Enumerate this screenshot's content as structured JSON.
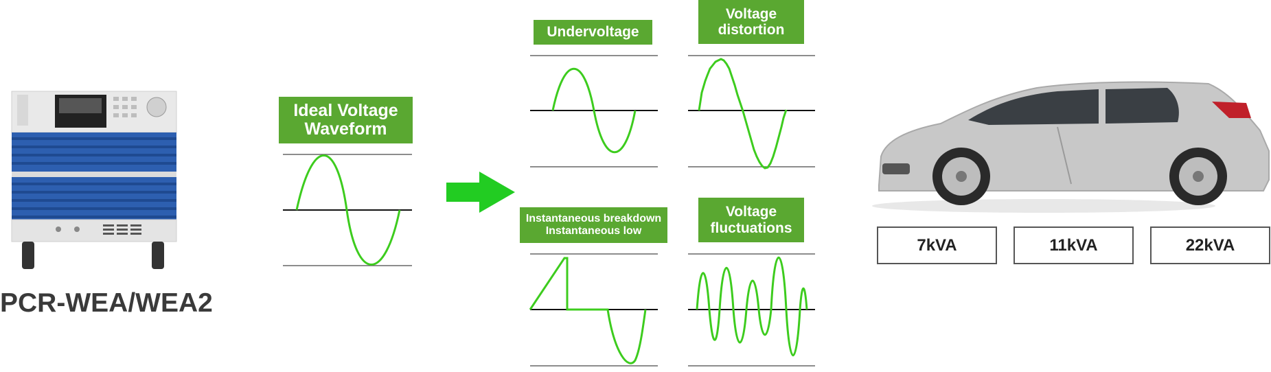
{
  "product": {
    "model": "PCR-WEA/WEA2"
  },
  "ideal": {
    "line1": "Ideal Voltage",
    "line2": "Waveform"
  },
  "disturbances": {
    "undervoltage": "Undervoltage",
    "distortion": {
      "line1": "Voltage",
      "line2": "distortion"
    },
    "breakdown": {
      "line1": "Instantaneous breakdown",
      "line2": "Instantaneous low"
    },
    "fluctuations": {
      "line1": "Voltage",
      "line2": "fluctuations"
    }
  },
  "capacities": [
    "7kVA",
    "11kVA",
    "22kVA"
  ],
  "colors": {
    "label_green": "#5aa831",
    "wave_green": "#3dcc1e",
    "arrow_green": "#22cc22"
  }
}
